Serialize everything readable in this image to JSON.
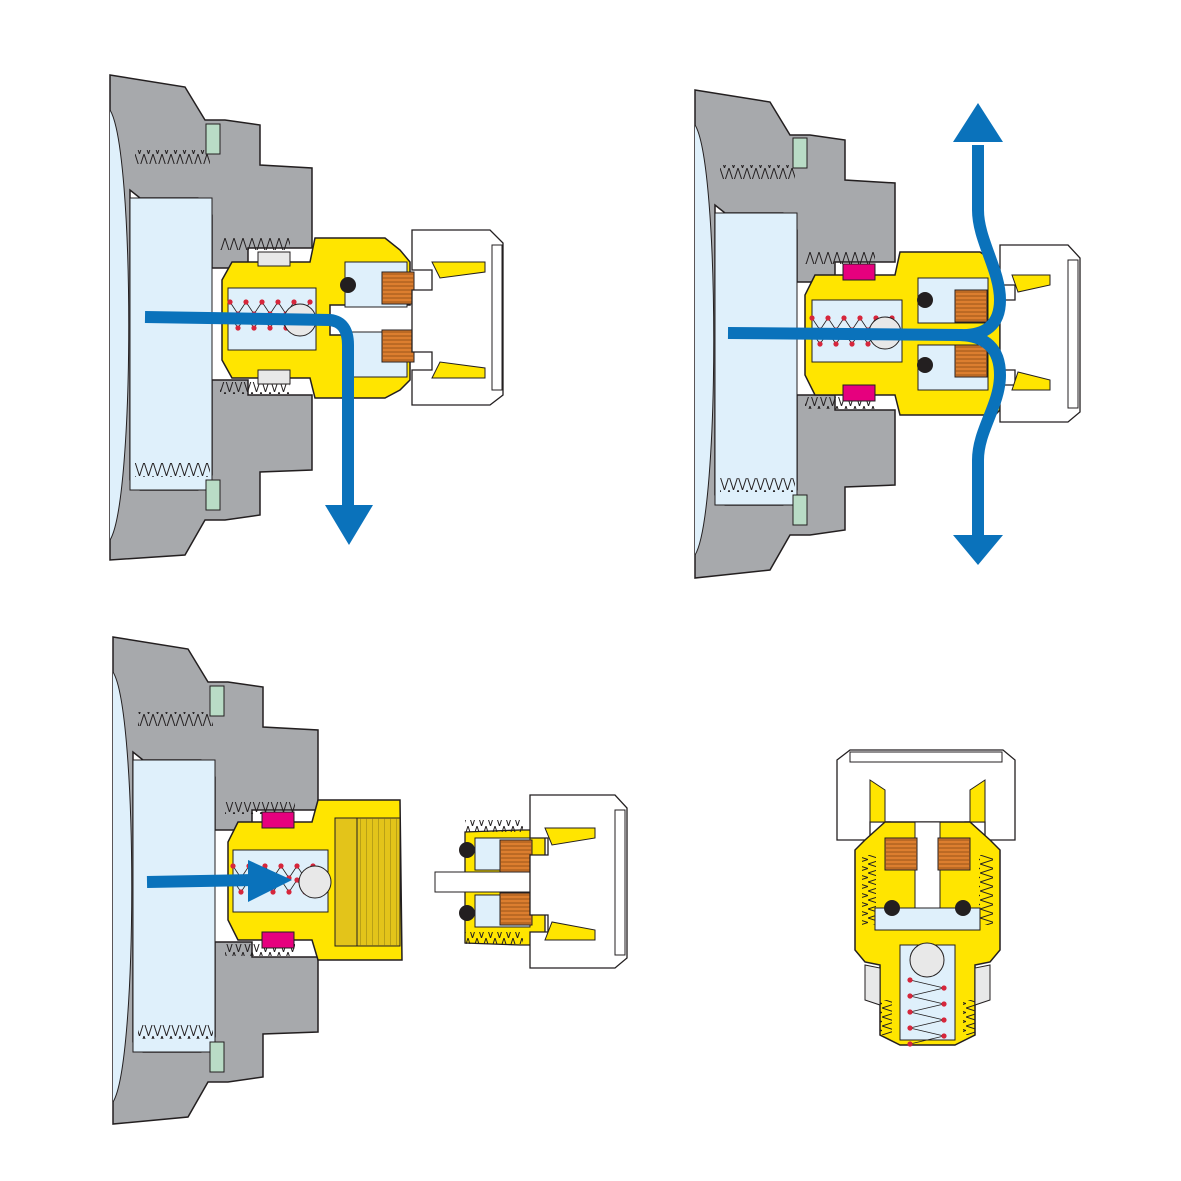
{
  "colors": {
    "background": "#ffffff",
    "housing_gray": "#a7a9ac",
    "brass_yellow": "#ffe500",
    "brass_dark": "#e3c41a",
    "water_blue": "#dff0fb",
    "flow_arrow_blue": "#0a72bb",
    "spring_red": "#d6263b",
    "seal_green": "#b9dcc6",
    "seal_magenta": "#e6007e",
    "filter_orange": "#dc7e2f",
    "ball_gray": "#e8e8e8",
    "outline": "#231f20",
    "cap_white": "#ffffff"
  },
  "panels": [
    {
      "id": "panel-1",
      "state": "valve-open-drain-down"
    },
    {
      "id": "panel-2",
      "state": "valve-open-flow-up-and-down"
    },
    {
      "id": "panel-3",
      "state": "valve-closed-capped"
    },
    {
      "id": "panel-4",
      "state": "valve-isolated-vertical"
    }
  ]
}
